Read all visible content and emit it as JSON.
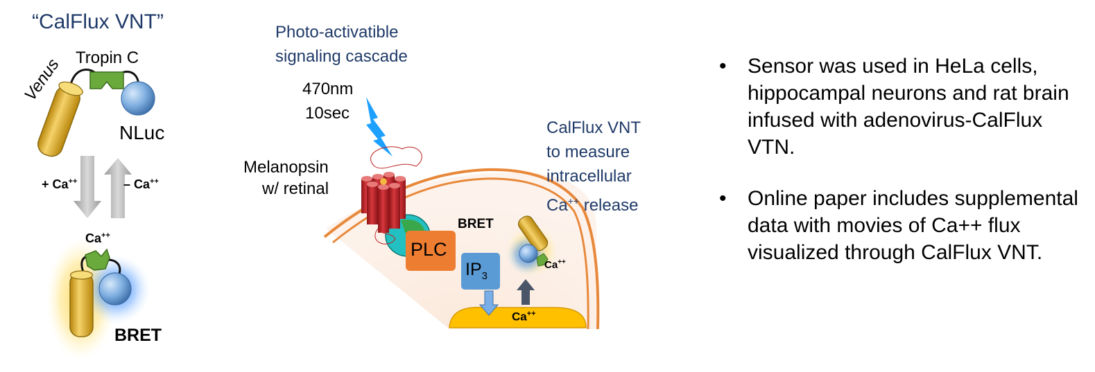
{
  "left_panel": {
    "title": "“CalFlux VNT”",
    "tropin_label": "Tropin C",
    "venus_label": "Venus",
    "nluc_label": "NLuc",
    "plus_ca": "+ Ca",
    "minus_ca": "– Ca",
    "ion_sup": "++",
    "ca_label": "Ca",
    "bret_label": "BRET"
  },
  "middle_panel": {
    "cascade_title": [
      "Photo-activatible",
      "signaling cascade"
    ],
    "light_params": [
      "470nm",
      "10sec"
    ],
    "melanopsin_label": [
      "Melanopsin",
      "w/ retinal"
    ],
    "calflux_label": [
      "CalFlux VNT",
      "to measure",
      "intracellular",
      "Ca",
      "++",
      " release"
    ],
    "bret_label": "BRET",
    "plc_label": "PLC",
    "ip3_label": "IP",
    "ip3_sub": "3",
    "ca_label": "Ca",
    "ion_sup": "++"
  },
  "bullets": [
    "Sensor was used in HeLa cells, hippocampal neurons and rat brain infused with adenovirus-CalFlux VTN.",
    "Online paper includes supplemental data with movies of Ca++ flux visualized through CalFlux VNT."
  ],
  "colors": {
    "navy_text": "#1f3a68",
    "venus_yellow": "#e0b020",
    "tropin_green": "#6aaa3c",
    "nluc_blue": "#6b9fd6",
    "plc_orange": "#ed7d31",
    "ip3_blue": "#5b9bd5",
    "membrane_orange": "#e8883a",
    "melanopsin_red": "#c0272d",
    "er_yellow": "#ffc000",
    "light_blue": "#1ea0ff"
  }
}
